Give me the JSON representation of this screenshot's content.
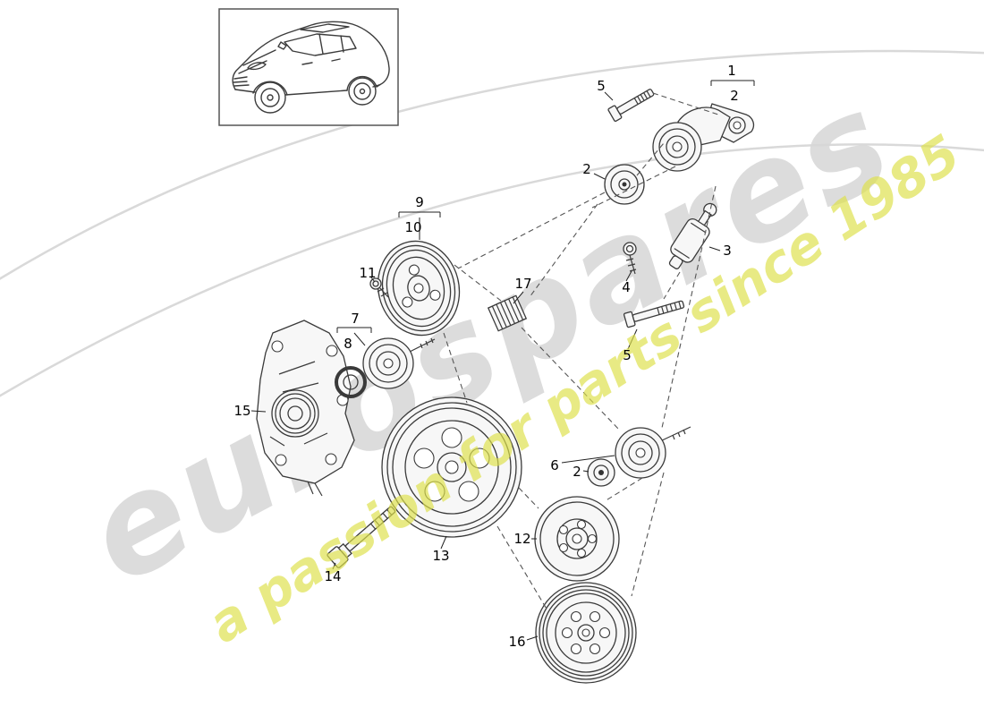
{
  "watermark": {
    "brand": "eurospares",
    "tagline": "a passion for parts since 1985",
    "brand_color": "#d7d7d7",
    "tagline_color": "#dde049"
  },
  "callouts": [
    "1",
    "2",
    "5",
    "2",
    "3",
    "4",
    "5",
    "9",
    "10",
    "11",
    "7",
    "8",
    "17",
    "15",
    "6",
    "2",
    "12",
    "13",
    "14",
    "16"
  ]
}
